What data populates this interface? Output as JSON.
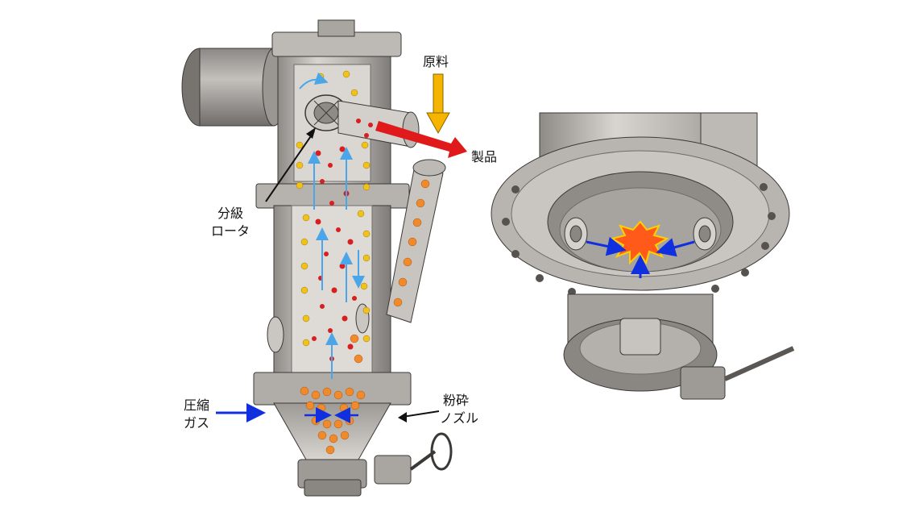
{
  "labels": {
    "raw_material": "原料",
    "product": "製品",
    "classifier_rotor_line1": "分級",
    "classifier_rotor_line2": "ロータ",
    "compressed_gas_line1": "圧縮",
    "compressed_gas_line2": "ガス",
    "nozzle_line1": "粉砕",
    "nozzle_line2": "ノズル"
  },
  "colors": {
    "metal_light": "#c9c6c2",
    "metal_mid": "#a9a6a2",
    "metal_dark": "#6e6b68",
    "outline": "#3b3936",
    "inner": "#d9d6d2",
    "particle_red": "#d81f1f",
    "particle_yellow": "#f2c21b",
    "particle_orange": "#f08a2a",
    "flow_blue": "#4aa6e8",
    "gas_arrow": "#1030e0",
    "feed_arrow": "#f4b400",
    "product_arrow": "#e01a1a",
    "impact": "#ff5a1a"
  }
}
